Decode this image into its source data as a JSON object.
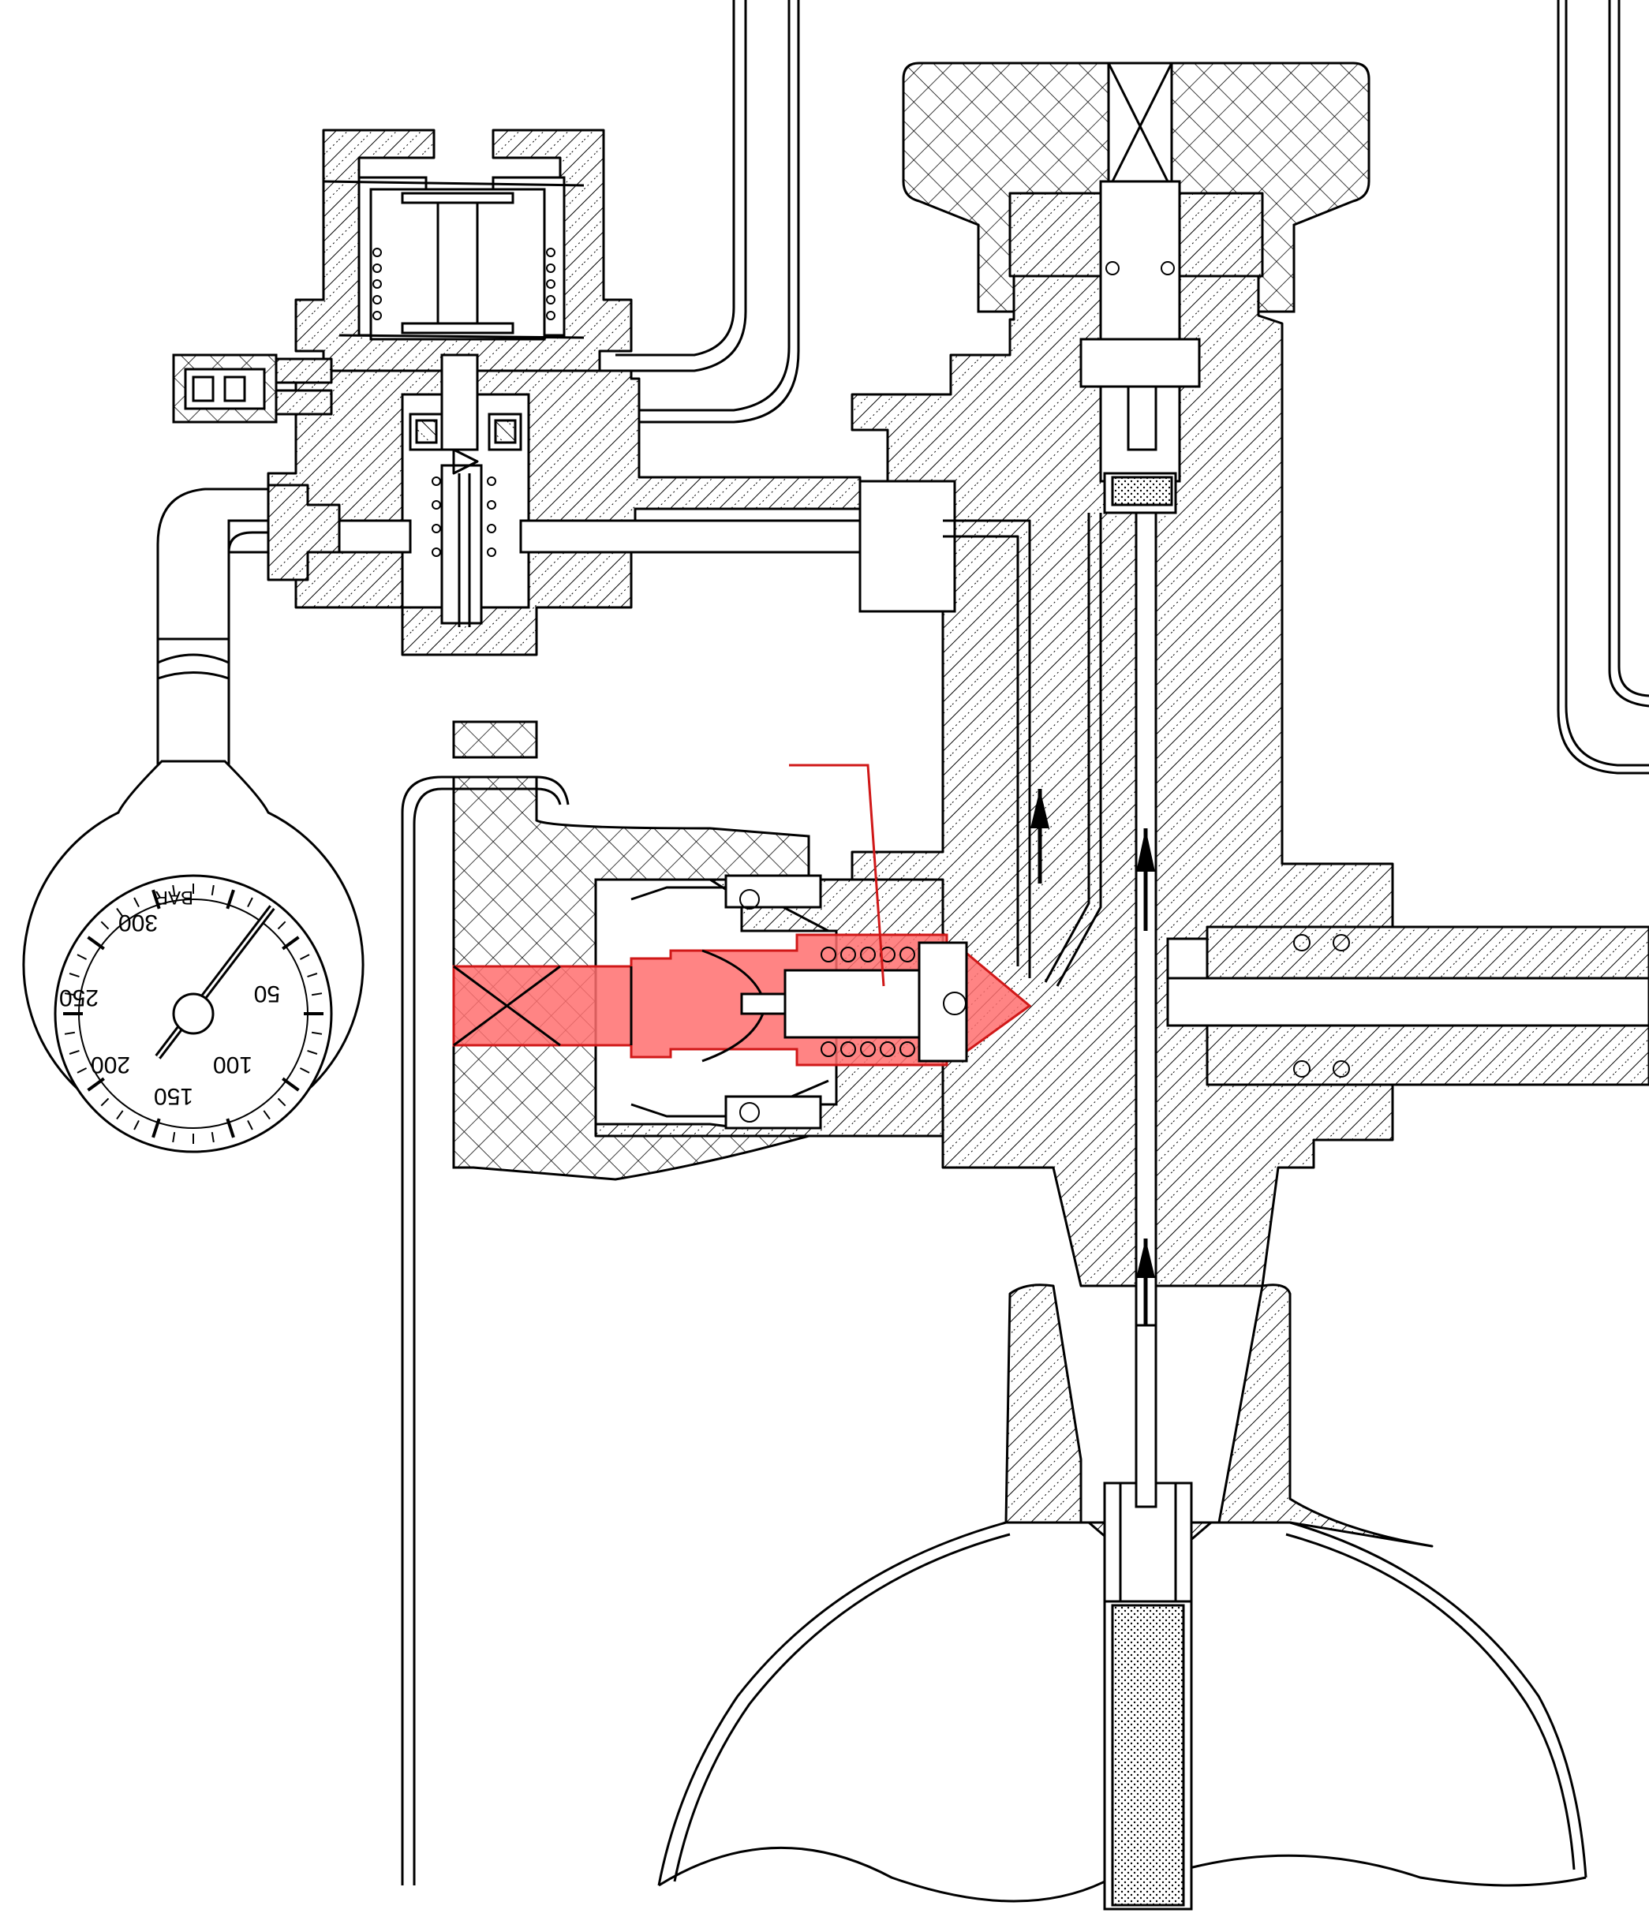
{
  "colors": {
    "line": "#000000",
    "highlight": "#ff6e6e",
    "highlight_stroke": "#d01818",
    "background": "#ffffff"
  },
  "gauge": {
    "unit": "BAR",
    "labels": [
      "50",
      "100",
      "150",
      "200",
      "250",
      "300"
    ]
  }
}
